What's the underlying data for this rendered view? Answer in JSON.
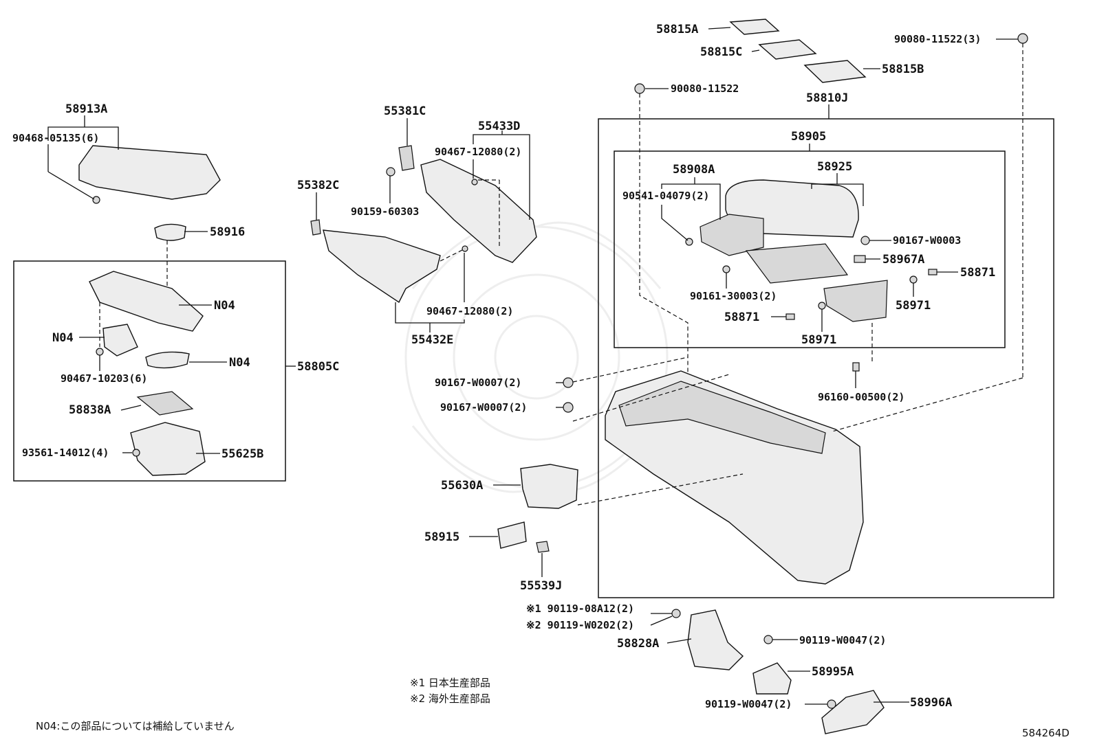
{
  "labels": {
    "p58815a": "58815A",
    "p58815c": "58815C",
    "p58815b": "58815B",
    "p90080_3": "90080-11522(3)",
    "p90080": "90080-11522",
    "p58810j": "58810J",
    "p58905": "58905",
    "p58908a": "58908A",
    "p58925": "58925",
    "p90541": "90541-04079(2)",
    "p90167w3": "90167-W0003",
    "p58967a": "58967A",
    "p58871a": "58871",
    "p90161": "90161-30003(2)",
    "p58971a": "58971",
    "p58871b": "58871",
    "p58971b": "58971",
    "p96160": "96160-00500(2)",
    "p58913a": "58913A",
    "p90468": "90468-05135(6)",
    "p58916": "58916",
    "n04a": "N04",
    "n04b": "N04",
    "n04c": "N04",
    "p90467_10203": "90467-10203(6)",
    "p58805c": "58805C",
    "p58838a": "58838A",
    "p93561": "93561-14012(4)",
    "p55625b": "55625B",
    "p55381c": "55381C",
    "p55433d": "55433D",
    "p90467_12080a": "90467-12080(2)",
    "p55382c": "55382C",
    "p90159": "90159-60303",
    "p90467_12080b": "90467-12080(2)",
    "p55432e": "55432E",
    "p90167w7a": "90167-W0007(2)",
    "p90167w7b": "90167-W0007(2)",
    "p55630a": "55630A",
    "p58915": "58915",
    "p55539j": "55539J",
    "p90119_08a12": "※1 90119-08A12(2)",
    "p90119_w0202": "※2 90119-W0202(2)",
    "p58828a": "58828A",
    "p90119_w0047a": "90119-W0047(2)",
    "p58995a": "58995A",
    "p90119_w0047b": "90119-W0047(2)",
    "p58996a": "58996A"
  },
  "notes": {
    "note1": "※1  日本生産部品",
    "note2": "※2  海外生産部品",
    "n04_note": "N04:この部品については補給していません",
    "diagram_code": "584264D"
  }
}
